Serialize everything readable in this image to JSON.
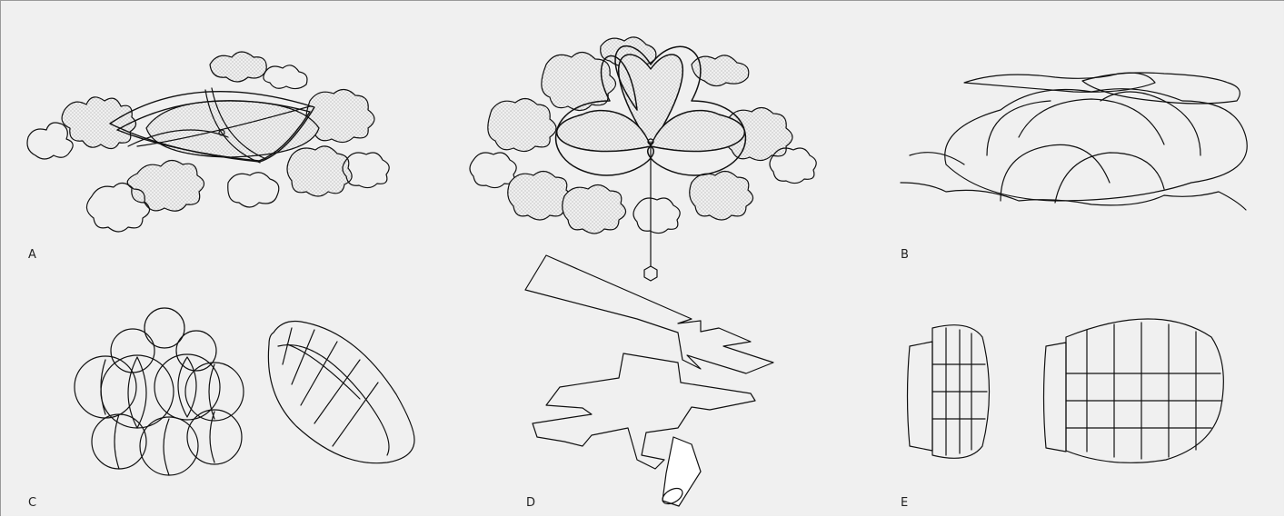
{
  "panels": [
    {
      "id": "A",
      "label": "A"
    },
    {
      "id": "B",
      "label": "B"
    },
    {
      "id": "C",
      "label": "C"
    },
    {
      "id": "D",
      "label": "D"
    },
    {
      "id": "E",
      "label": "E"
    }
  ],
  "colors": {
    "background": "#f0f0f0",
    "stroke": "#111111",
    "stipple": "#cfcfcf"
  }
}
